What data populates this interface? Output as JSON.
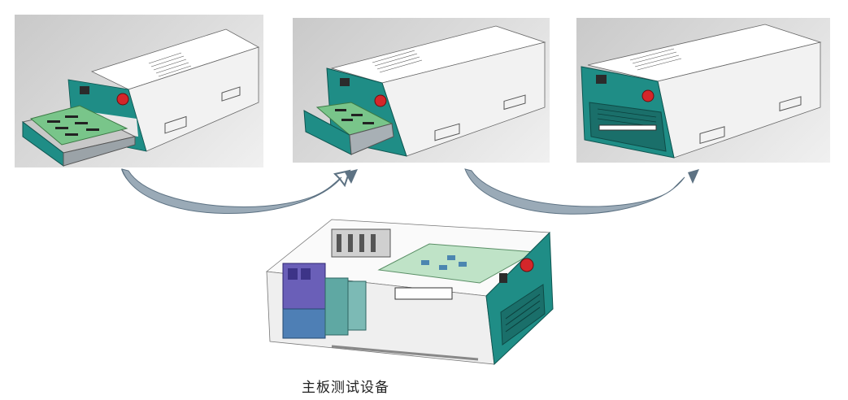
{
  "caption": "主板测试设备",
  "colors": {
    "accent_teal": "#1f8d86",
    "board_green": "#79c58a",
    "housing": "#f4f4f4",
    "arrow": "#6a7f8f",
    "knob_red": "#d4262a",
    "relay_blue": "#6a5fb8"
  },
  "stages": [
    {
      "state": "drawer-fully-open"
    },
    {
      "state": "drawer-partially-open"
    },
    {
      "state": "drawer-closed"
    }
  ],
  "icons": [
    "curved-arrow-icon",
    "power-switch-icon",
    "emergency-stop-icon"
  ]
}
